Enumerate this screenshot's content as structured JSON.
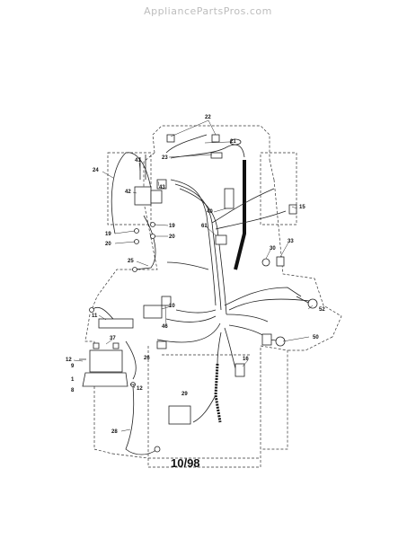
{
  "watermark": "AppliancePartsPros.com",
  "date_stamp": "10/98",
  "callouts": [
    "22",
    "21",
    "23",
    "24",
    "41",
    "43",
    "42",
    "40",
    "15",
    "19",
    "20",
    "19",
    "20",
    "61",
    "25",
    "30",
    "33",
    "10",
    "11",
    "52",
    "46",
    "37",
    "50",
    "12",
    "9",
    "1",
    "8",
    "26",
    "16",
    "12",
    "29",
    "28"
  ]
}
